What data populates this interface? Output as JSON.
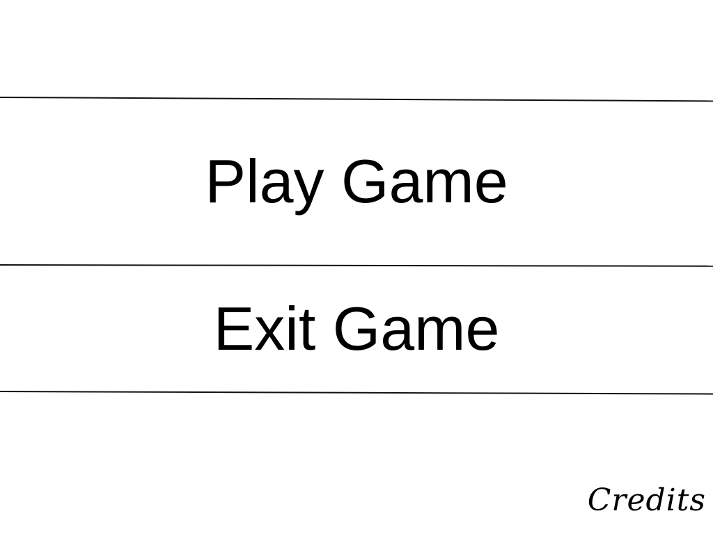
{
  "menu": {
    "play_label": "Play Game",
    "exit_label": "Exit Game",
    "credits_label": "Credits"
  },
  "colors": {
    "background": "#ffffff",
    "text": "#000000",
    "lines": "#111111"
  }
}
